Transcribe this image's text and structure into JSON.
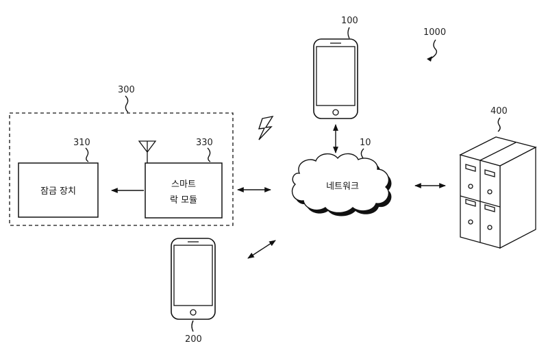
{
  "figure": {
    "system_ref": "1000",
    "phone_top_ref": "100",
    "phone_bottom_ref": "200",
    "dashed_group_ref": "300",
    "lock_device_ref": "310",
    "smart_lock_module_ref": "330",
    "network_ref": "10",
    "server_ref": "400",
    "lock_device_label": "잠금 장치",
    "smart_lock_module_line1": "스마트",
    "smart_lock_module_line2": "락 모듈",
    "network_label": "네트워크"
  },
  "icons": [
    "antenna-icon",
    "lightning-icon",
    "smartphone-icon",
    "cloud-icon",
    "server-rack-icon"
  ]
}
